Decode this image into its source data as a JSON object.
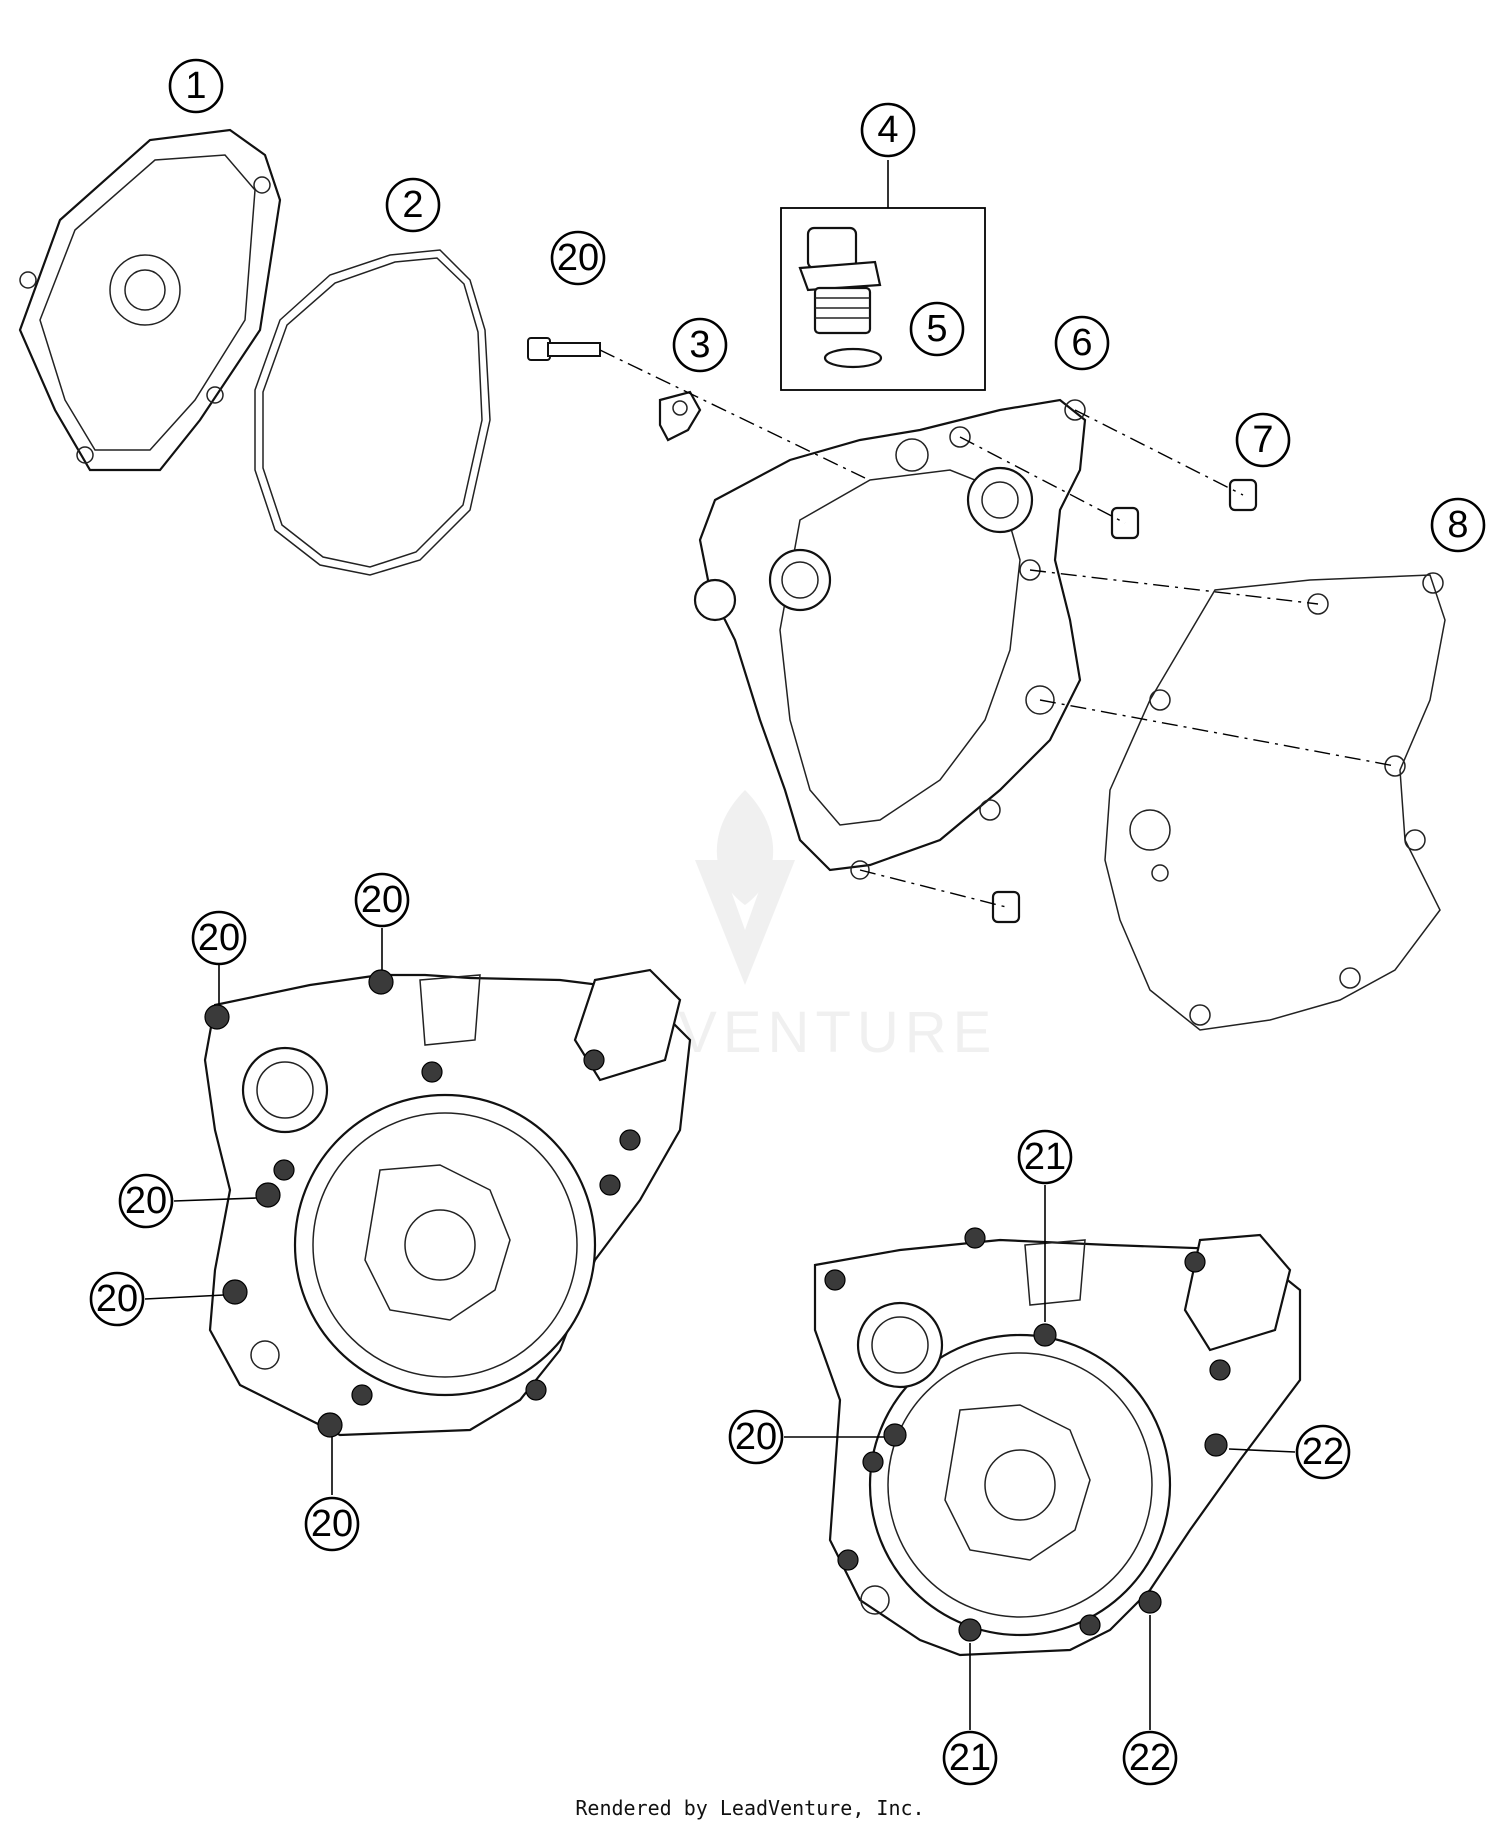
{
  "callouts": [
    {
      "id": "c1",
      "label": "1"
    },
    {
      "id": "c2",
      "label": "2"
    },
    {
      "id": "c3",
      "label": "3"
    },
    {
      "id": "c4",
      "label": "4"
    },
    {
      "id": "c5",
      "label": "5"
    },
    {
      "id": "c6",
      "label": "6"
    },
    {
      "id": "c7",
      "label": "7"
    },
    {
      "id": "c8",
      "label": "8"
    },
    {
      "id": "c20a",
      "label": "20"
    },
    {
      "id": "c20b",
      "label": "20"
    },
    {
      "id": "c20c",
      "label": "20"
    },
    {
      "id": "c20d",
      "label": "20"
    },
    {
      "id": "c20e",
      "label": "20"
    },
    {
      "id": "c20f",
      "label": "20"
    },
    {
      "id": "c20g",
      "label": "20"
    },
    {
      "id": "c21a",
      "label": "21"
    },
    {
      "id": "c21b",
      "label": "21"
    },
    {
      "id": "c22a",
      "label": "22"
    },
    {
      "id": "c22b",
      "label": "22"
    }
  ],
  "watermark": {
    "text": "LEADVENTURE"
  },
  "footer": {
    "text": "Rendered by LeadVenture, Inc."
  }
}
